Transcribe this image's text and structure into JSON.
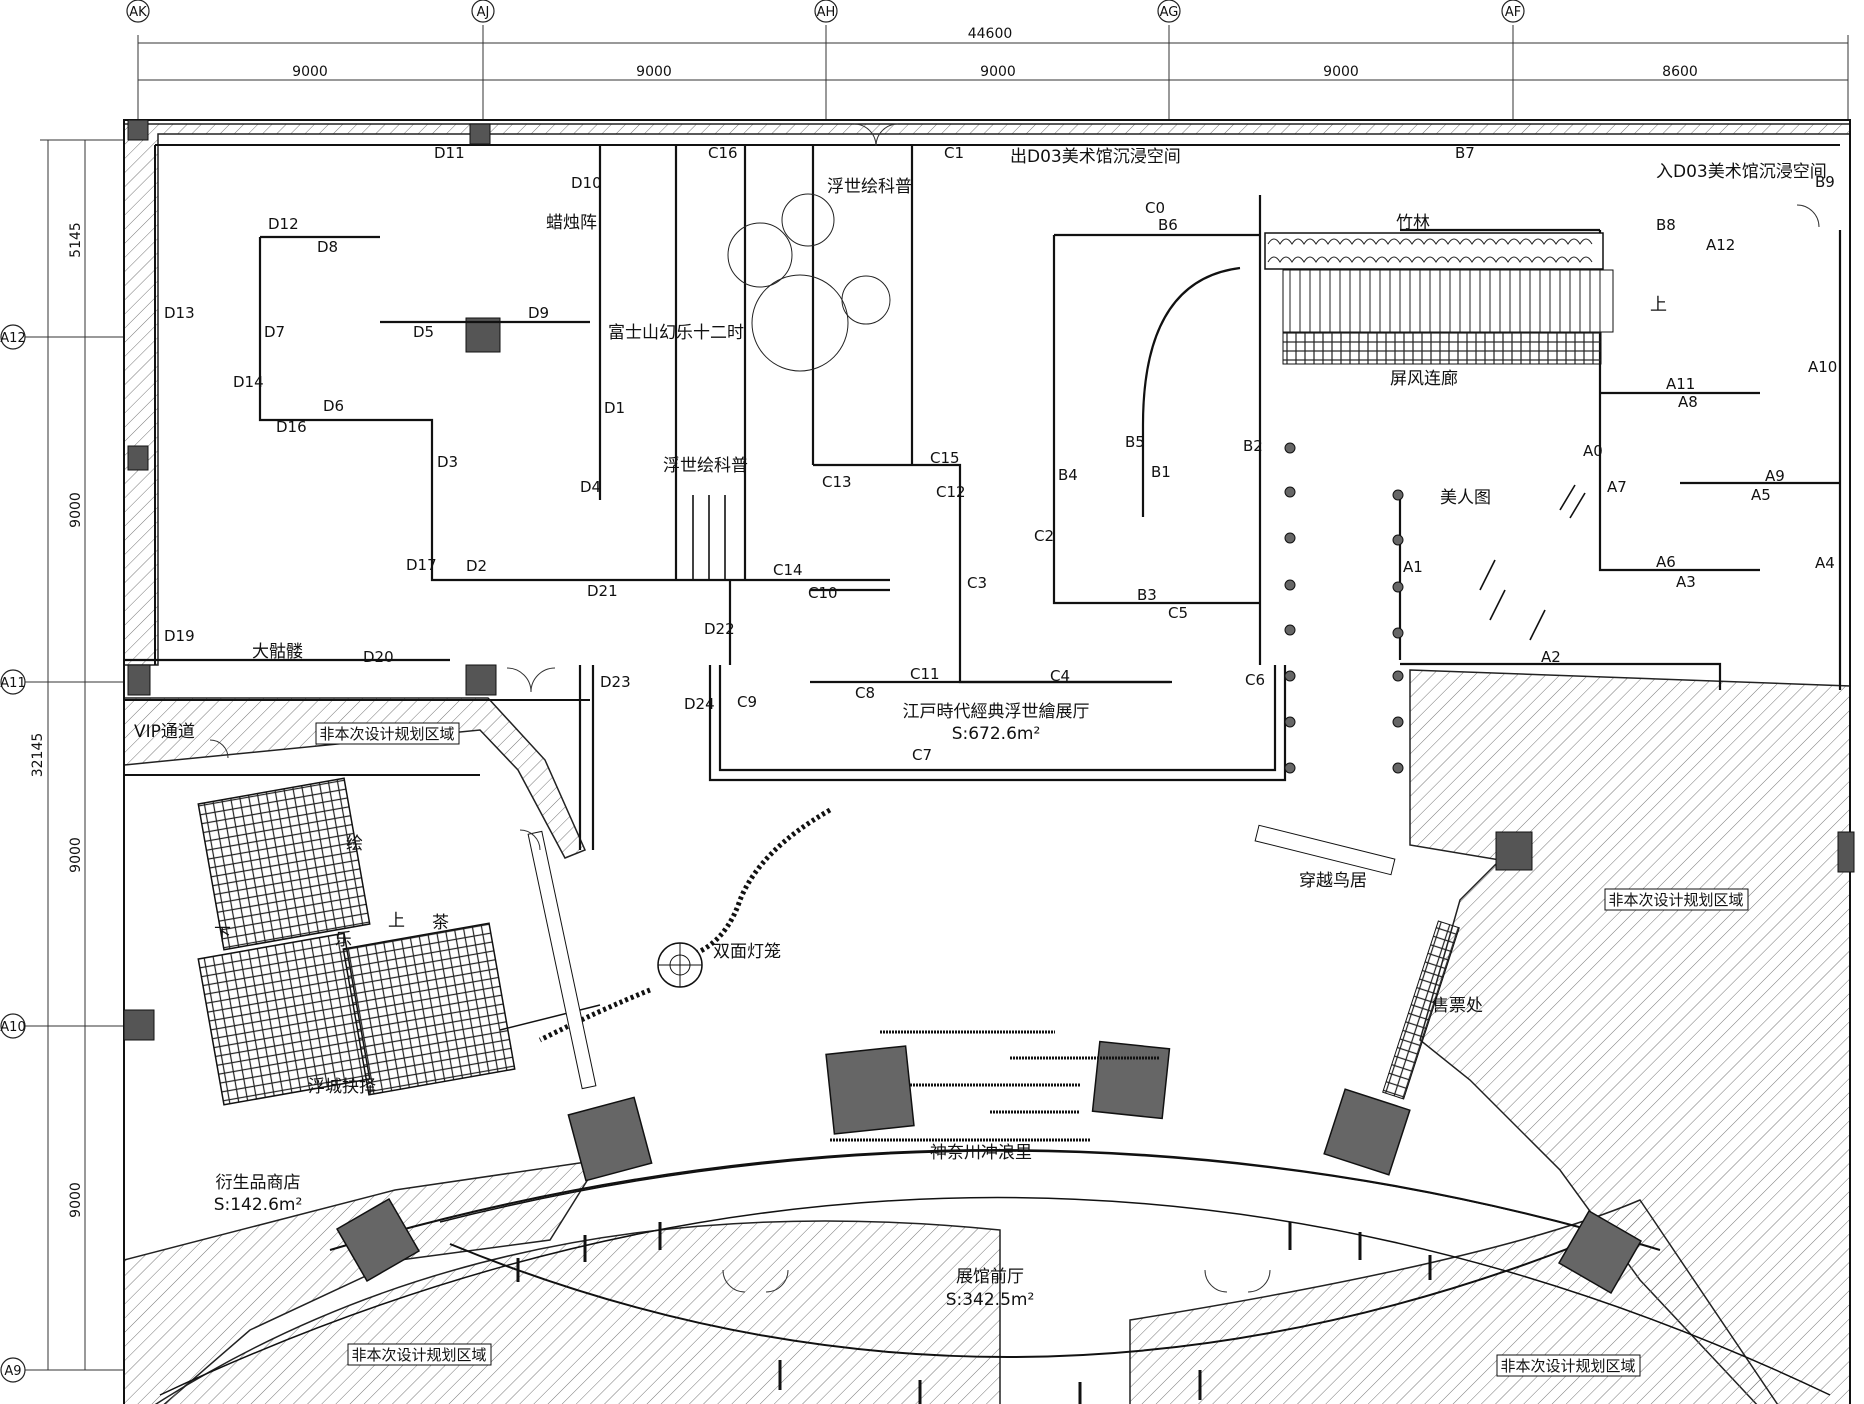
{
  "dimensions": {
    "total_width": "44600",
    "bays": [
      "9000",
      "9000",
      "9000",
      "9000",
      "8600"
    ],
    "total_height": "32145",
    "rows": [
      "5145",
      "9000",
      "9000",
      "9000"
    ]
  },
  "grid_columns": [
    "AK",
    "AJ",
    "AH",
    "AG",
    "AF"
  ],
  "grid_rows": [
    "A12",
    "A11",
    "A10",
    "A9"
  ],
  "rooms": {
    "main_hall": {
      "name": "江戸時代經典浮世繪展厅",
      "area": "S:672.6m²"
    },
    "shop": {
      "name": "衍生品商店",
      "area": "S:142.6m²"
    },
    "lobby": {
      "name": "展馆前厅",
      "area": "S:342.5m²"
    }
  },
  "zones": {
    "exit_d03": "出D03美术馆沉浸空间",
    "entry_d03": "入D03美术馆沉浸空间",
    "ukiyoe_science_1": "浮世绘科普",
    "ukiyoe_science_2": "浮世绘科普",
    "candle_array": "蜡烛阵",
    "fuji": "富士山幻乐十二时",
    "bamboo": "竹林",
    "screen_corridor": "屏风连廊",
    "beauty": "美人图",
    "skeleton": "大骷髅",
    "vip": "VIP通道",
    "double_lantern": "双面灯笼",
    "torii": "穿越鸟居",
    "ticket": "售票处",
    "floating_city": "浮城抉择",
    "kanagawa": "神奈川冲浪里",
    "hui": "绘",
    "cha": "茶",
    "up1": "上",
    "up2": "上",
    "down1": "下",
    "le": "乐"
  },
  "non_design_label": "非本次设计规划区域",
  "wall_labels": {
    "D": [
      "D1",
      "D2",
      "D3",
      "D4",
      "D5",
      "D6",
      "D7",
      "D8",
      "D9",
      "D10",
      "D11",
      "D12",
      "D13",
      "D14",
      "D16",
      "D17",
      "D19",
      "D20",
      "D21",
      "D22",
      "D23",
      "D24"
    ],
    "C": [
      "C0",
      "C1",
      "C2",
      "C3",
      "C4",
      "C5",
      "C6",
      "C7",
      "C8",
      "C9",
      "C10",
      "C11",
      "C12",
      "C13",
      "C14",
      "C15",
      "C16"
    ],
    "B": [
      "B1",
      "B2",
      "B3",
      "B4",
      "B5",
      "B6",
      "B7",
      "B8",
      "B9"
    ],
    "A": [
      "A0",
      "A1",
      "A2",
      "A3",
      "A4",
      "A5",
      "A6",
      "A7",
      "A8",
      "A9",
      "A10",
      "A11",
      "A12"
    ]
  }
}
